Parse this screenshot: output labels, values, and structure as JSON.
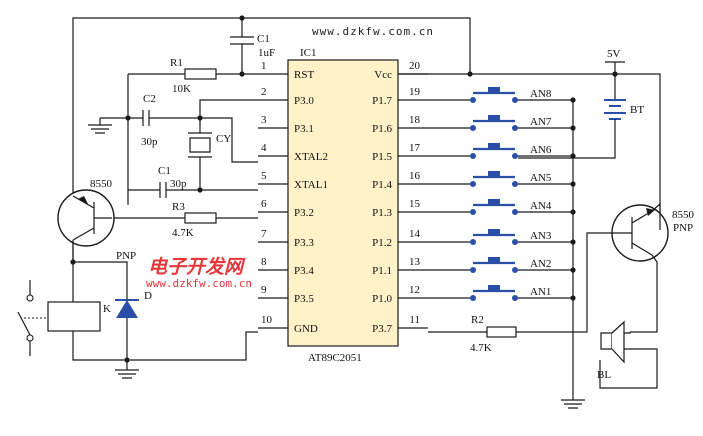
{
  "header_url": "www.dzkfw.com.cn",
  "watermark": {
    "title": "电子开发网",
    "url": "www.dzkfw.com.cn"
  },
  "ic": {
    "designator": "IC1",
    "part": "AT89C2051",
    "left_pins": [
      {
        "num": "1",
        "name": "RST"
      },
      {
        "num": "2",
        "name": "P3.0"
      },
      {
        "num": "3",
        "name": "P3.1"
      },
      {
        "num": "4",
        "name": "XTAL2"
      },
      {
        "num": "5",
        "name": "XTAL1"
      },
      {
        "num": "6",
        "name": "P3.2"
      },
      {
        "num": "7",
        "name": "P3.3"
      },
      {
        "num": "8",
        "name": "P3.4"
      },
      {
        "num": "9",
        "name": "P3.5"
      },
      {
        "num": "10",
        "name": "GND"
      }
    ],
    "right_pins": [
      {
        "num": "20",
        "name": "Vcc"
      },
      {
        "num": "19",
        "name": "P1.7"
      },
      {
        "num": "18",
        "name": "P1.6"
      },
      {
        "num": "17",
        "name": "P1.5"
      },
      {
        "num": "16",
        "name": "P1.4"
      },
      {
        "num": "15",
        "name": "P1.3"
      },
      {
        "num": "14",
        "name": "P1.2"
      },
      {
        "num": "13",
        "name": "P1.1"
      },
      {
        "num": "12",
        "name": "P1.0"
      },
      {
        "num": "11",
        "name": "P3.7"
      }
    ]
  },
  "components": {
    "c1_top": {
      "ref": "C1",
      "value": "1uF"
    },
    "r1": {
      "ref": "R1",
      "value": "10K"
    },
    "c2": {
      "ref": "C2",
      "value": "30p"
    },
    "cy": {
      "ref": "CY"
    },
    "c1_bottom": {
      "ref": "C1",
      "value": "30p"
    },
    "r3": {
      "ref": "R3",
      "value": "4.7K"
    },
    "r2": {
      "ref": "R2",
      "value": "4.7K"
    },
    "q_left": {
      "label": "8550"
    },
    "q_right": {
      "label": "8550",
      "type": "PNP"
    },
    "pnp_label": "PNP",
    "diode": "D",
    "relay": "K",
    "battery": "BT",
    "supply": "5V",
    "buzzer": "BL"
  },
  "buttons": [
    "AN8",
    "AN7",
    "AN6",
    "AN5",
    "AN4",
    "AN3",
    "AN2",
    "AN1"
  ]
}
